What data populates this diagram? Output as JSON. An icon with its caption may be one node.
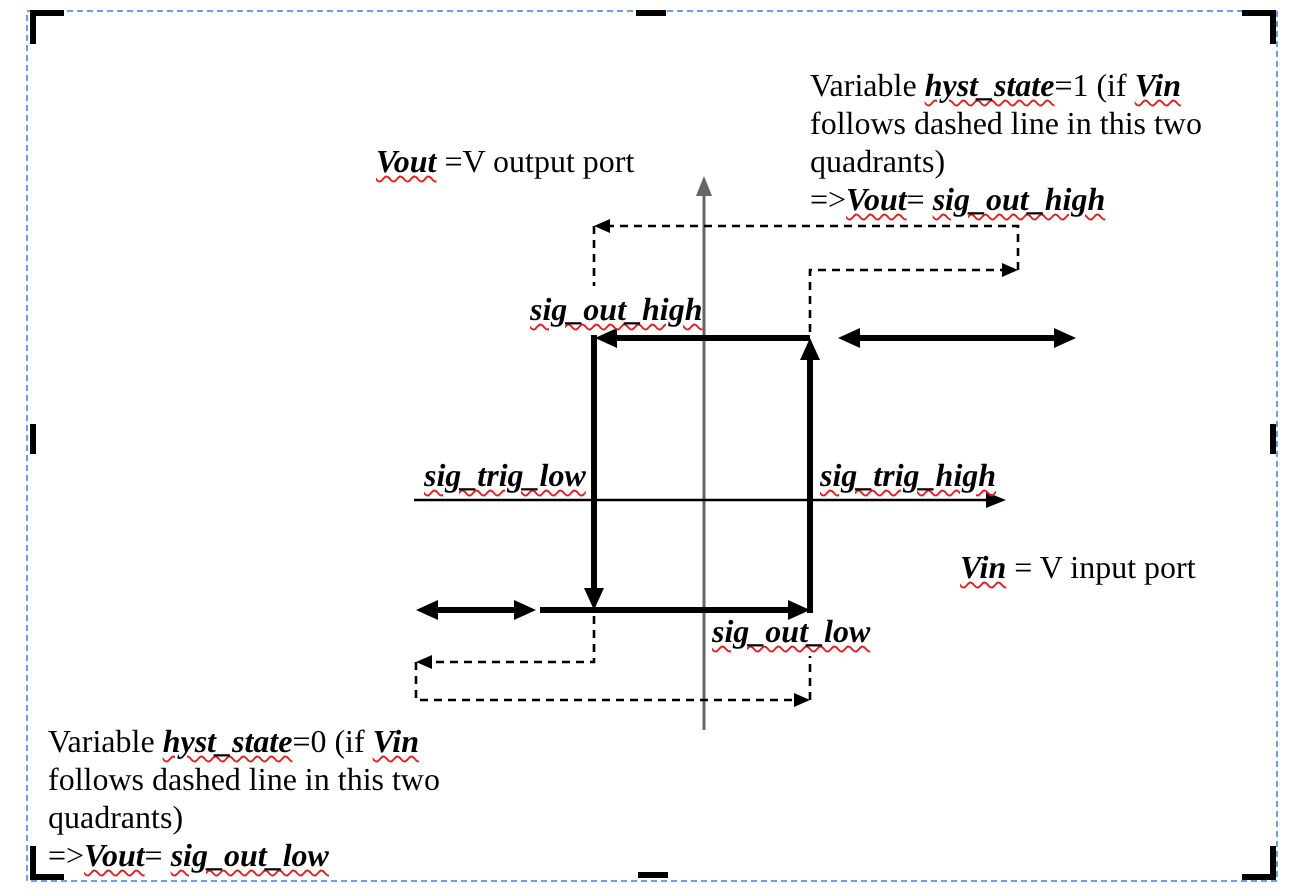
{
  "diagram": {
    "labels": [
      "Variable **hyst_state**=1 (if **Vin** follows dashed line in this two quadrants)",
      "=>**Vout**= **sig_out_high**",
      "**Vout** =V output port",
      "sig_out_high",
      "sig_trig_low",
      "sig_trig_high",
      "**Vin** = V input port",
      "sig_out_low",
      "Variable **hyst_state**=0 (if **Vin** follows dashed line in this two quadrants)",
      "=>**Vout**= **sig_out_low**"
    ]
  }
}
